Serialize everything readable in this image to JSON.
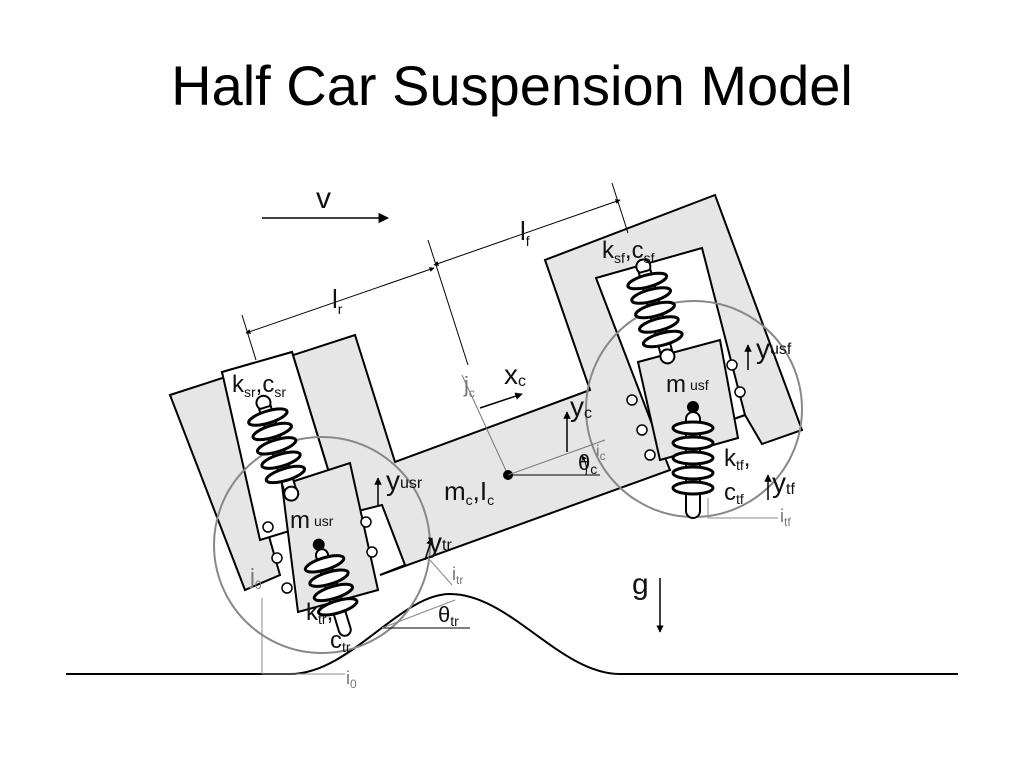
{
  "title": "Half Car Suspension Model",
  "labels": {
    "v": "v",
    "lf_main": "l",
    "lf_sub": "f",
    "lr_main": "l",
    "lr_sub": "r",
    "ksr_main": "k",
    "ksr_sub": "sr",
    "csr_main": "c",
    "csr_sub": "sr",
    "ksf_main": "k",
    "ksf_sub": "sf",
    "csf_main": "c",
    "csf_sub": "sf",
    "musr_main": "m",
    "musr_sub": "usr",
    "musf_main": "m",
    "musf_sub": "usf",
    "yusr_main": "y",
    "yusr_sub": "usr",
    "yusf_main": "y",
    "yusf_sub": "usf",
    "jc_main": "j",
    "jc_sub": "c",
    "xc_main": "x",
    "xc_sub": "c",
    "yc_main": "y",
    "yc_sub": "c",
    "ic_main": "i",
    "ic_sub": "c",
    "thetac_main": "θ",
    "thetac_sub": "c",
    "mc_main": "m",
    "mc_sub": "c",
    "Ic_main": "I",
    "Ic_sub": "c",
    "ytr_main": "y",
    "ytr_sub": "tr",
    "itr_main": "i",
    "itr_sub": "tr",
    "ktr_main": "k",
    "ktr_sub": "tr",
    "ctr_main": "c",
    "ctr_sub": "tr",
    "thetatr_main": "θ",
    "thetatr_sub": "tr",
    "ktf_main": "k",
    "ktf_sub": "tf",
    "ctf_main": "c",
    "ctf_sub": "tf",
    "ytf_main": "y",
    "ytf_sub": "tf",
    "itf_main": "i",
    "itf_sub": "tf",
    "j0_main": "j",
    "j0_sub": "0",
    "i0_main": "i",
    "i0_sub": "0",
    "g": "g"
  }
}
